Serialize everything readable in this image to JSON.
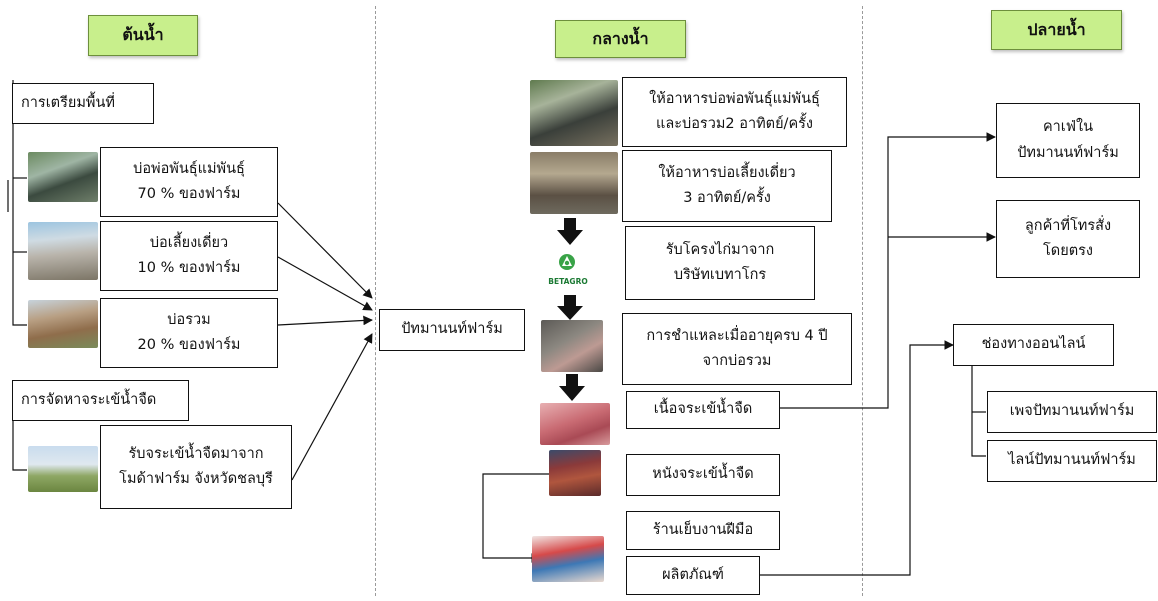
{
  "headers": {
    "upstream": "ต้นน้ำ",
    "midstream": "กลางน้ำ",
    "downstream": "ปลายน้ำ"
  },
  "upstream": {
    "area_prep": "การเตรียมพื้นที่",
    "pond_breeder": [
      "บ่อพ่อพันธุ์แม่พันธุ์",
      "70 % ของฟาร์ม"
    ],
    "pond_single": [
      "บ่อเลี้ยงเดี่ยว",
      "10 % ของฟาร์ม"
    ],
    "pond_common": [
      "บ่อรวม",
      "20 % ของฟาร์ม"
    ],
    "croc_sourcing": "การจัดหาจระเข้น้ำจืด",
    "croc_source": [
      "รับจระเข้น้ำจืดมาจาก",
      "โมด้าฟาร์ม จังหวัดชลบุรี"
    ]
  },
  "center": {
    "farm": "ปัทมานนท์ฟาร์ม"
  },
  "midstream": {
    "feed_breeder": [
      "ให้อาหารบ่อพ่อพันธุ์แม่พันธุ์",
      "และบ่อรวม2 อาทิตย์/ครั้ง"
    ],
    "feed_single": [
      "ให้อาหารบ่อเลี้ยงเดี่ยว",
      "3 อาทิตย์/ครั้ง"
    ],
    "chicken_frame": [
      "รับโครงไก่มาจาก",
      "บริษัทเบทาโกร"
    ],
    "butcher": [
      "การชำแหละเมื่ออายุครบ 4 ปี",
      "จากบ่อรวม"
    ],
    "meat": "เนื้อจระเข้น้ำจืด",
    "skin": "หนังจระเข้น้ำจืด",
    "craft_shop": "ร้านเย็บงานฝีมือ",
    "products": "ผลิตภัณฑ์",
    "logo_text": "BETAGRO"
  },
  "downstream": {
    "cafe": [
      "คาเฟ่ใน",
      "ปัทมานนท์ฟาร์ม"
    ],
    "direct": [
      "ลูกค้าที่โทรสั่ง",
      "โดยตรง"
    ],
    "online": "ช่องทางออนไลน์",
    "facebook": "เพจปัทมานนท์ฟาร์ม",
    "line": "ไลน์ปัทมานนท์ฟาร์ม"
  }
}
